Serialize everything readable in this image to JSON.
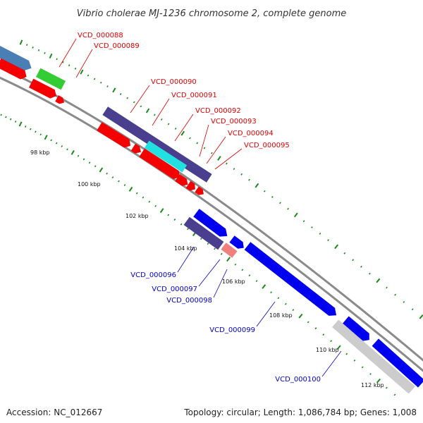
{
  "title": "Vibrio cholerae MJ-1236 chromosome 2, complete genome",
  "colors": {
    "backbone": "#8a8a8a",
    "tick": "#1a8a1a",
    "label_red": "#dd0000",
    "label_blue": "#0000cc",
    "red": "#f40000",
    "blue": "#0000f0",
    "slate": "#4a3f8f",
    "steelblue": "#4a7fb5",
    "green": "#33cc33",
    "cyan": "#22e0e0",
    "pink": "#f08080",
    "lightgray": "#cccccc"
  },
  "kbp_labels": [
    "98 kbp",
    "100 kbp",
    "102 kbp",
    "104 kbp",
    "106 kbp",
    "108 kbp",
    "110 kbp",
    "112 kbp"
  ],
  "gene_labels": [
    {
      "id": "VCD_000088",
      "color": "red"
    },
    {
      "id": "VCD_000089",
      "color": "red"
    },
    {
      "id": "VCD_000090",
      "color": "red"
    },
    {
      "id": "VCD_000091",
      "color": "red"
    },
    {
      "id": "VCD_000092",
      "color": "red"
    },
    {
      "id": "VCD_000093",
      "color": "red"
    },
    {
      "id": "VCD_000094",
      "color": "red"
    },
    {
      "id": "VCD_000095",
      "color": "red"
    },
    {
      "id": "VCD_000096",
      "color": "blue"
    },
    {
      "id": "VCD_000097",
      "color": "blue"
    },
    {
      "id": "VCD_000098",
      "color": "blue"
    },
    {
      "id": "VCD_000099",
      "color": "blue"
    },
    {
      "id": "VCD_000100",
      "color": "blue"
    }
  ],
  "footer": {
    "accession": "Accession: NC_012667",
    "stats": "Topology: circular; Length: 1,086,784 bp; Genes: 1,008"
  }
}
